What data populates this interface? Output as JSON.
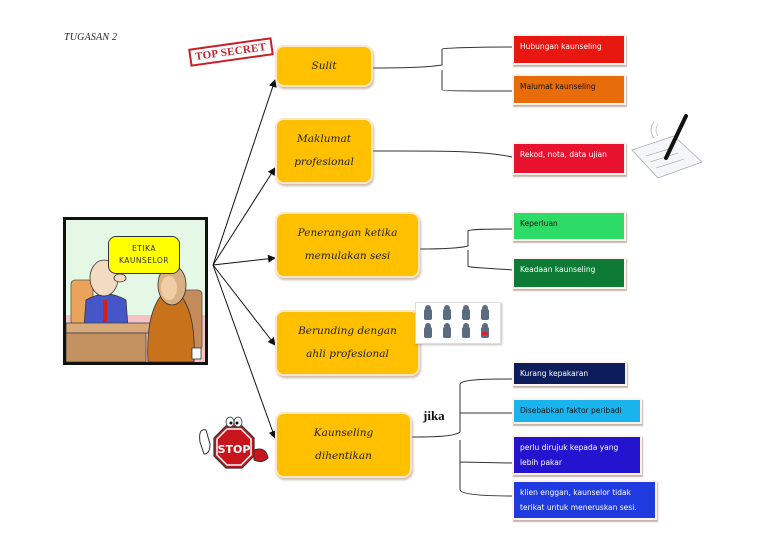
{
  "page": {
    "title": "TUGASAN 2"
  },
  "center": {
    "label_line1": "ETIKA",
    "label_line2": "KAUNSELOR",
    "image": "counselor-cartoon"
  },
  "decorations": {
    "stamp_text": "TOP SECRET",
    "pen_image": "pen-notepad",
    "people_icons": "people-icons-grid",
    "stop_sign_text": "STOP"
  },
  "branches": [
    {
      "label_lines": [
        "Sulit"
      ],
      "children": [
        {
          "text": "Hubungan kaunseling",
          "bg": "#e8170f",
          "color": "#ffffff"
        },
        {
          "text": "Malumat kaunseling",
          "bg": "#e86c0a",
          "color": "#111111"
        }
      ]
    },
    {
      "label_lines": [
        "Maklumat",
        "profesional"
      ],
      "children": [
        {
          "text": "Rekod, nota, data ujian",
          "bg": "#e8122e",
          "color": "#ffffff"
        }
      ]
    },
    {
      "label_lines": [
        "Penerangan ketika",
        "memulakan sesi"
      ],
      "children": [
        {
          "text": "Keperluan",
          "bg": "#2ddc66",
          "color": "#111111"
        },
        {
          "text": "Keadaan kaunseling",
          "bg": "#0d7a35",
          "color": "#ffffff"
        }
      ]
    },
    {
      "label_lines": [
        "Berunding dengan",
        "ahli profesional"
      ],
      "children": []
    },
    {
      "label_lines": [
        "Kaunseling",
        "dihentikan"
      ],
      "connector_label": "jika",
      "children": [
        {
          "text": "Kurang kepakaran",
          "bg": "#0d1d5c",
          "color": "#ffffff"
        },
        {
          "text": "Disebabkan faktor peribadi",
          "bg": "#19b4ee",
          "color": "#111111"
        },
        {
          "text": "perlu dirujuk kepada yang lebih pakar",
          "bg": "#2414d0",
          "color": "#ffffff"
        },
        {
          "text": "klien enggan, kaunselor tidak terikat untuk meneruskan sesi.",
          "bg": "#1f3be0",
          "color": "#ffffff"
        }
      ]
    }
  ]
}
